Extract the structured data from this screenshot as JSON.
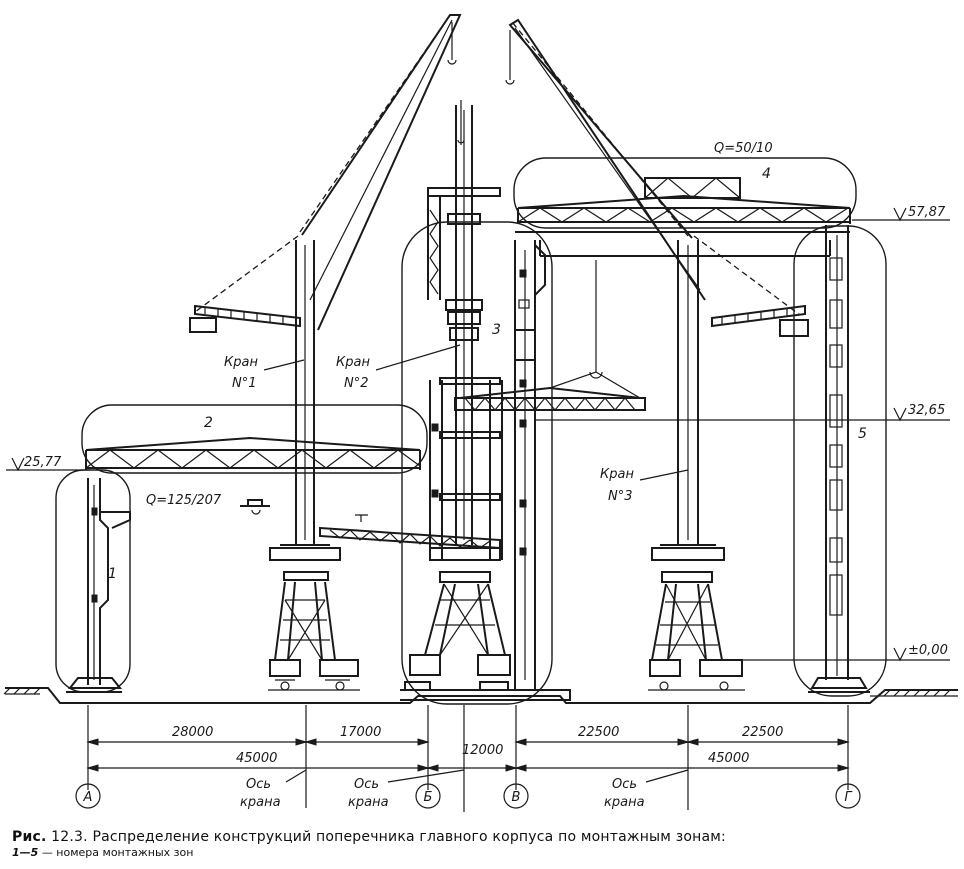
{
  "labels": {
    "crane1": "Кран",
    "crane1_no": "N°1",
    "crane2": "Кран",
    "crane2_no": "N°2",
    "crane3": "Кран",
    "crane3_no": "N°3",
    "q_left": "Q=125/207",
    "q_right": "Q=50/10",
    "zone1": "1",
    "zone2": "2",
    "zone3": "3",
    "zone4": "4",
    "zone5": "5"
  },
  "elevations": {
    "e1": "25,77",
    "e2": "57,87",
    "e3": "32,65",
    "e4": "±0,00"
  },
  "dimensions": {
    "d1": "28000",
    "d2": "17000",
    "d3": "22500",
    "d4": "22500",
    "d5": "45000",
    "d6": "12000",
    "d7": "45000"
  },
  "axes": {
    "a": "А",
    "b": "Б",
    "v": "В",
    "g": "Г",
    "crane_axis_1a": "Ось",
    "crane_axis_1b": "крана",
    "crane_axis_2a": "Ось",
    "crane_axis_2b": "крана",
    "crane_axis_3a": "Ось",
    "crane_axis_3b": "крана"
  },
  "caption": {
    "fig": "Рис.",
    "fig_no": "12.3.",
    "title": "Распределение конструкций поперечника главного корпуса по монтажным зонам:",
    "legend_range": "1—5",
    "legend_text": "— номера монтажных зон"
  }
}
